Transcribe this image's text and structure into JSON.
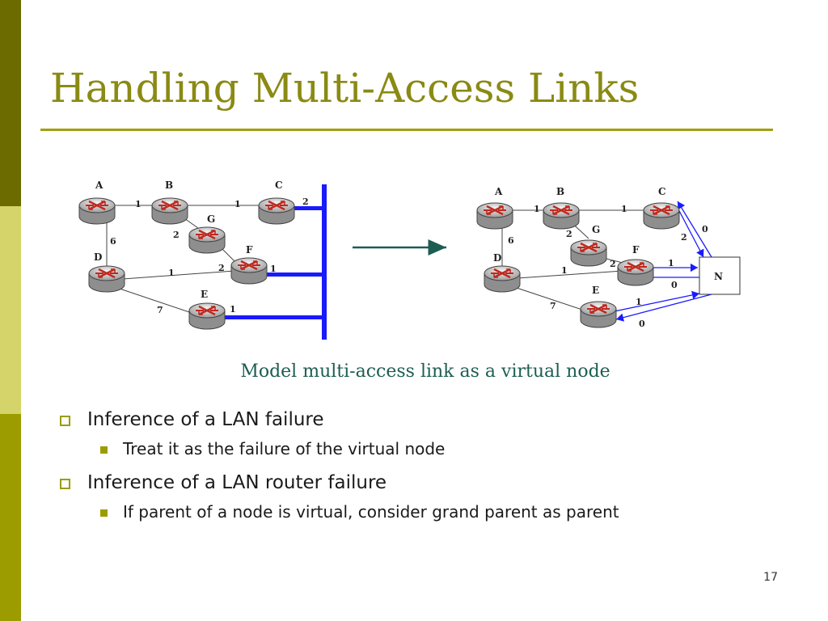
{
  "slide": {
    "title": "Handling Multi-Access Links",
    "caption": "Model multi-access link as a virtual node",
    "page_number": "17",
    "accent_color": "#9c9c00",
    "title_color": "#8a8a14",
    "caption_color": "#1d5d52"
  },
  "bullets": [
    {
      "text": "Inference of a LAN failure",
      "sub": [
        "Treat it as the failure of the virtual node"
      ]
    },
    {
      "text": "Inference of a LAN router failure",
      "sub": [
        "If parent of a node is virtual, consider grand parent as parent"
      ]
    }
  ],
  "diagram": {
    "left": {
      "routers": {
        "A": "A",
        "B": "B",
        "C": "C",
        "D": "D",
        "E": "E",
        "F": "F",
        "G": "G"
      },
      "costs": {
        "AB": "1",
        "BC": "1",
        "AD": "6",
        "BG": "2",
        "DF": "1",
        "GF": "2",
        "DE": "7",
        "C_lan": "2",
        "F_lan": "1",
        "E_lan": "1"
      }
    },
    "right": {
      "routers": {
        "A": "A",
        "B": "B",
        "C": "C",
        "D": "D",
        "E": "E",
        "F": "F",
        "G": "G"
      },
      "virtual_node": "N",
      "costs": {
        "AB": "1",
        "BC": "1",
        "AD": "6",
        "BG": "2",
        "DF": "1",
        "GF": "2",
        "DE": "7",
        "C_to_N": "2",
        "N_to_C": "0",
        "F_to_N": "1",
        "N_to_F": "0",
        "E_to_N": "1",
        "N_to_E": "0"
      }
    },
    "lan_color": "#1a1aff",
    "arrow_color": "#1d5d52"
  }
}
